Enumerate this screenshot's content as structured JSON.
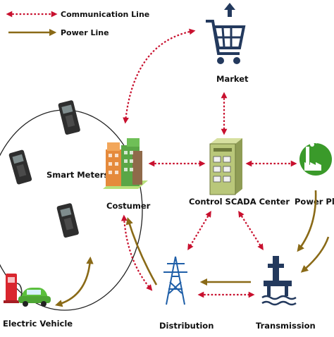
{
  "legend": {
    "communication": "Communication Line",
    "power": "Power Line"
  },
  "nodes": {
    "market": "Market",
    "smart_meters": "Smart Meters",
    "costumer": "Costumer",
    "scada": "Control SCADA Center",
    "power_plant": "Power Plant",
    "electric_vehicle": "Electric Vehicle",
    "distribution": "Distribution",
    "transmission": "Transmission"
  },
  "colors": {
    "communication_line": "#c8102e",
    "power_line": "#8a6a17",
    "plant_green": "#3a9a2a",
    "market_navy": "#23395d",
    "scada_green": "#b9c77a"
  },
  "icons": [
    "shopping-cart-icon",
    "smart-meter-icon",
    "building-icon",
    "scada-panel-icon",
    "factory-icon",
    "charging-station-icon",
    "car-icon",
    "power-pylon-icon",
    "oil-rig-icon"
  ]
}
